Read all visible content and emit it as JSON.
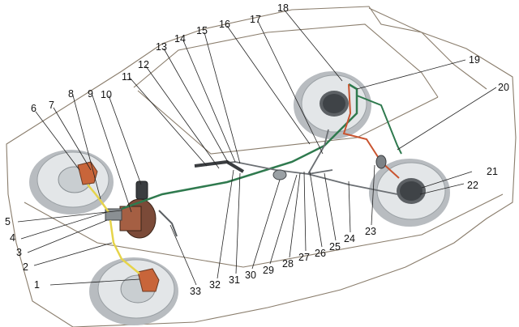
{
  "figure": {
    "callouts": [
      {
        "id": "callout-1",
        "label": "1"
      },
      {
        "id": "callout-2",
        "label": "2"
      },
      {
        "id": "callout-3",
        "label": "3"
      },
      {
        "id": "callout-4",
        "label": "4"
      },
      {
        "id": "callout-5",
        "label": "5"
      },
      {
        "id": "callout-6",
        "label": "6"
      },
      {
        "id": "callout-7",
        "label": "7"
      },
      {
        "id": "callout-8",
        "label": "8"
      },
      {
        "id": "callout-9",
        "label": "9"
      },
      {
        "id": "callout-10",
        "label": "10"
      },
      {
        "id": "callout-11",
        "label": "11"
      },
      {
        "id": "callout-12",
        "label": "12"
      },
      {
        "id": "callout-13",
        "label": "13"
      },
      {
        "id": "callout-14",
        "label": "14"
      },
      {
        "id": "callout-15",
        "label": "15"
      },
      {
        "id": "callout-16",
        "label": "16"
      },
      {
        "id": "callout-17",
        "label": "17"
      },
      {
        "id": "callout-18",
        "label": "18"
      },
      {
        "id": "callout-19",
        "label": "19"
      },
      {
        "id": "callout-20",
        "label": "20"
      },
      {
        "id": "callout-21",
        "label": "21"
      },
      {
        "id": "callout-22",
        "label": "22"
      },
      {
        "id": "callout-23",
        "label": "23"
      },
      {
        "id": "callout-24",
        "label": "24"
      },
      {
        "id": "callout-25",
        "label": "25"
      },
      {
        "id": "callout-26",
        "label": "26"
      },
      {
        "id": "callout-27",
        "label": "27"
      },
      {
        "id": "callout-28",
        "label": "28"
      },
      {
        "id": "callout-29",
        "label": "29"
      },
      {
        "id": "callout-30",
        "label": "30"
      },
      {
        "id": "callout-31",
        "label": "31"
      },
      {
        "id": "callout-32",
        "label": "32"
      },
      {
        "id": "callout-33",
        "label": "33"
      }
    ],
    "colors": {
      "body_fill": "#ecdcc8",
      "body_outline": "#8a7d6c",
      "tire": "#e3e6e8",
      "tire_shadow": "#b8bcc0",
      "brake_line_front_left": "#e6d44a",
      "brake_line_rear": "#2f7a4e",
      "brake_line_right_circuit": "#c9542f",
      "caliper": "#c8653a",
      "cable": "#6b6f73"
    }
  }
}
